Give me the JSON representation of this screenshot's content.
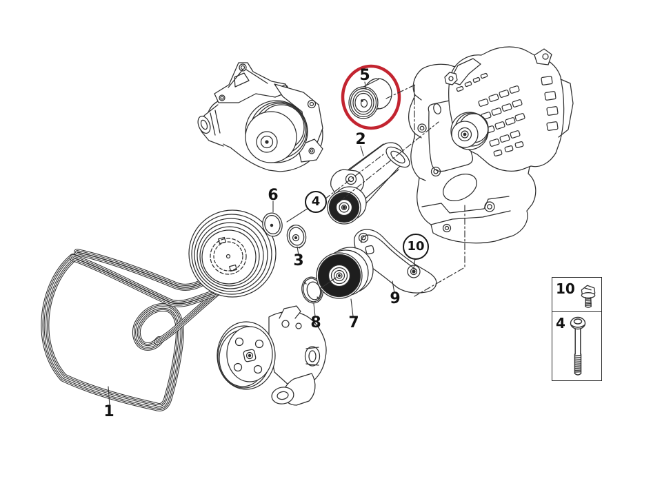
{
  "diagram": {
    "kind": "exploded-parts-diagram",
    "subject": "engine belt drive (water pump, tensioner, pulleys, alternator, power steering pump)",
    "background_color": "#ffffff",
    "line_color": "#2d2d2d",
    "highlight_color": "#c32430",
    "highlighted_callout": "5"
  },
  "callouts": [
    {
      "text": "1",
      "part": "ribbed-v-belt",
      "shape": "plain",
      "highlighted": false
    },
    {
      "text": "2",
      "part": "belt-tensioner",
      "shape": "plain",
      "highlighted": false
    },
    {
      "text": "3",
      "part": "protection-cap",
      "shape": "plain",
      "highlighted": false
    },
    {
      "text": "4",
      "part": "fastening-bolt",
      "shape": "circled",
      "highlighted": false
    },
    {
      "text": "5",
      "part": "deflection-pulley",
      "shape": "plain",
      "highlighted": true
    },
    {
      "text": "6",
      "part": "protection-cap",
      "shape": "plain",
      "highlighted": false
    },
    {
      "text": "7",
      "part": "idler-pulley",
      "shape": "plain",
      "highlighted": false
    },
    {
      "text": "8",
      "part": "protection-cap",
      "shape": "plain",
      "highlighted": false
    },
    {
      "text": "9",
      "part": "support-bracket",
      "shape": "plain",
      "highlighted": false
    },
    {
      "text": "10",
      "part": "fastening-bolt",
      "shape": "circled",
      "highlighted": false
    }
  ],
  "legend": {
    "rows": [
      {
        "label": "10",
        "icon": "hex-flange-bolt"
      },
      {
        "label": "4",
        "icon": "long-socket-head-bolt"
      }
    ]
  }
}
